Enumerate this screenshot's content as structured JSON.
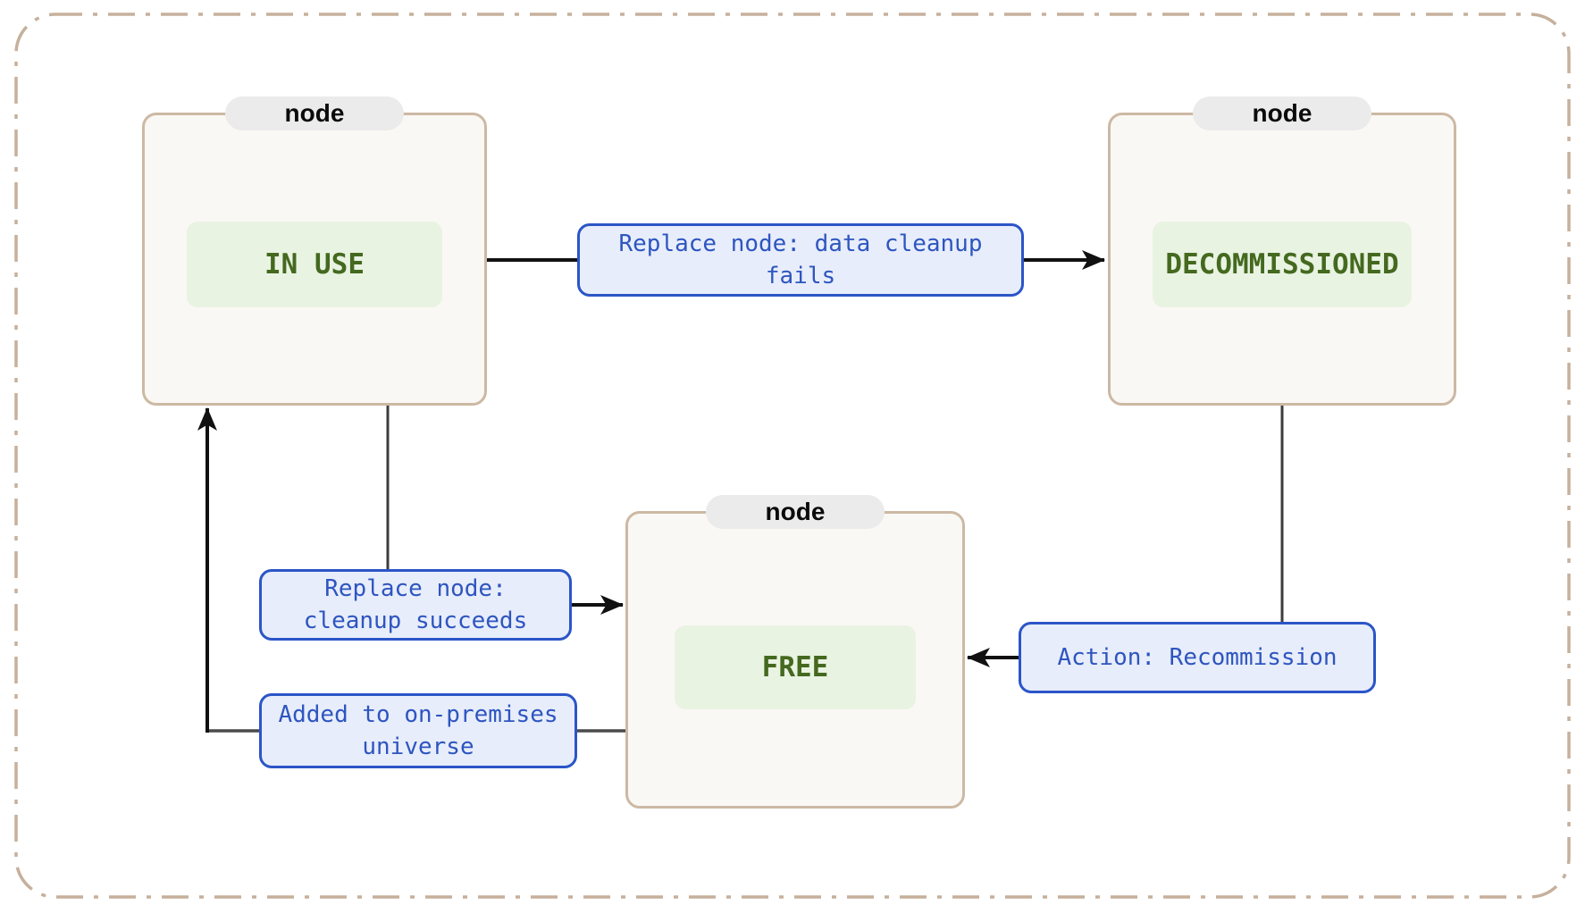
{
  "diagram": {
    "title_hint": "node lifecycle state diagram",
    "nodes": [
      {
        "id": "in-use",
        "badge": "node",
        "state_label": "IN USE"
      },
      {
        "id": "decommissioned",
        "badge": "node",
        "state_label": "DECOMMISSIONED"
      },
      {
        "id": "free",
        "badge": "node",
        "state_label": "FREE"
      }
    ],
    "edges": [
      {
        "id": "replace-node-data-cleanup-fails",
        "from": "in-use",
        "to": "decommissioned",
        "label": "Replace node: data cleanup\nfails"
      },
      {
        "id": "replace-node-cleanup-succeeds",
        "from": "in-use",
        "to": "free",
        "label": "Replace node:\ncleanup succeeds"
      },
      {
        "id": "added-to-on-premises-universe",
        "from": "free",
        "to": "in-use",
        "label": "Added to on-premises\nuniverse"
      },
      {
        "id": "action-recommission",
        "from": "decommissioned",
        "to": "free",
        "label": "Action: Recommission"
      }
    ],
    "colors": {
      "outer_border": "#c6b09c",
      "node_border": "#ccb9a4",
      "node_fill": "#faf8f4",
      "badge_fill": "#ebebeb",
      "dotted_border": "#92a6ba",
      "state_fill": "#e9f3e2",
      "state_text": "#44691f",
      "edge_fill": "#e7edfa",
      "edge_border": "#2b55c8",
      "edge_text": "#2e55c0",
      "connector_dark": "#111111",
      "connector_gray": "#3d3d3d"
    }
  }
}
